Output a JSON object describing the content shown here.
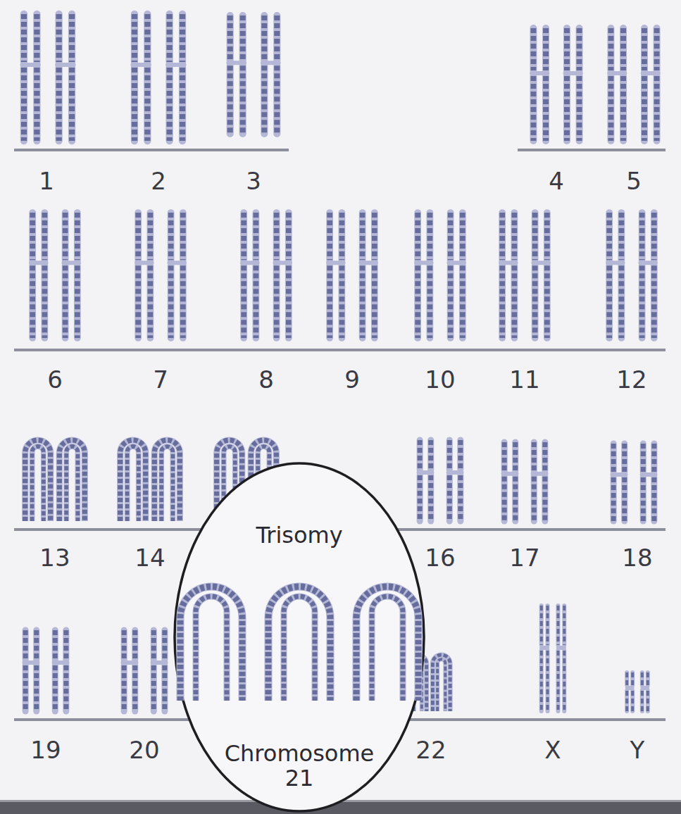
{
  "diagram": {
    "nodes": [
      {
        "text": [
          "Trisomy",
          "Chromosome 21"
        ]
      }
    ],
    "labels": [
      "1",
      "2",
      "3",
      "4",
      "5",
      "6",
      "7",
      "8",
      "9",
      "10",
      "11",
      "12",
      "13",
      "14",
      "16",
      "17",
      "18",
      "19",
      "20",
      "22",
      "X",
      "Y"
    ]
  }
}
